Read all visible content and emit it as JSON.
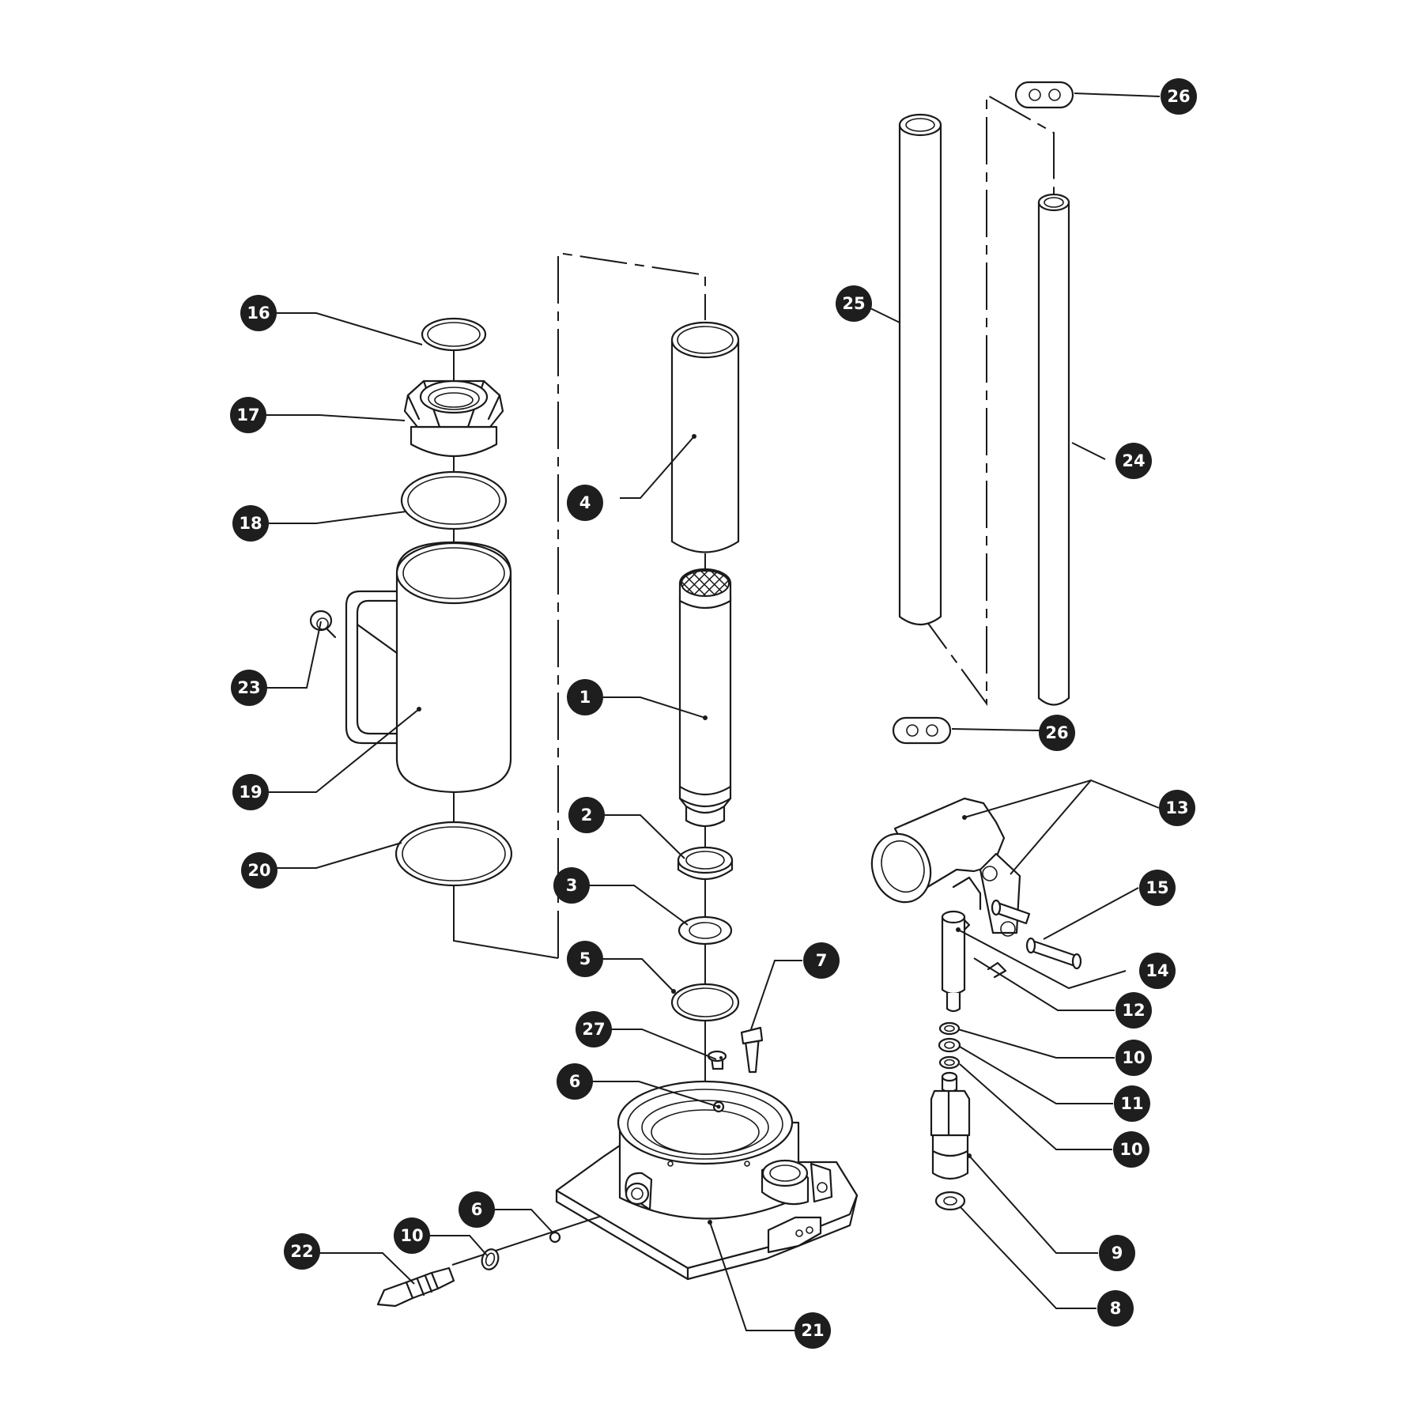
{
  "colors": {
    "line": "#1a1a1a",
    "callout_fill": "#1e1e1e",
    "callout_text": "#ffffff",
    "background": "#ffffff"
  },
  "callouts": [
    {
      "id": "c1",
      "label": "1"
    },
    {
      "id": "c2",
      "label": "2"
    },
    {
      "id": "c3",
      "label": "3"
    },
    {
      "id": "c4",
      "label": "4"
    },
    {
      "id": "c5",
      "label": "5"
    },
    {
      "id": "c6a",
      "label": "6"
    },
    {
      "id": "c6b",
      "label": "6"
    },
    {
      "id": "c7",
      "label": "7"
    },
    {
      "id": "c8",
      "label": "8"
    },
    {
      "id": "c9",
      "label": "9"
    },
    {
      "id": "c10a",
      "label": "10"
    },
    {
      "id": "c10b",
      "label": "10"
    },
    {
      "id": "c10c",
      "label": "10"
    },
    {
      "id": "c11",
      "label": "11"
    },
    {
      "id": "c12",
      "label": "12"
    },
    {
      "id": "c13",
      "label": "13"
    },
    {
      "id": "c14",
      "label": "14"
    },
    {
      "id": "c15",
      "label": "15"
    },
    {
      "id": "c16",
      "label": "16"
    },
    {
      "id": "c17",
      "label": "17"
    },
    {
      "id": "c18",
      "label": "18"
    },
    {
      "id": "c19",
      "label": "19"
    },
    {
      "id": "c20",
      "label": "20"
    },
    {
      "id": "c21",
      "label": "21"
    },
    {
      "id": "c22",
      "label": "22"
    },
    {
      "id": "c23",
      "label": "23"
    },
    {
      "id": "c24",
      "label": "24"
    },
    {
      "id": "c25",
      "label": "25"
    },
    {
      "id": "c26a",
      "label": "26"
    },
    {
      "id": "c26b",
      "label": "26"
    },
    {
      "id": "c27",
      "label": "27"
    }
  ]
}
